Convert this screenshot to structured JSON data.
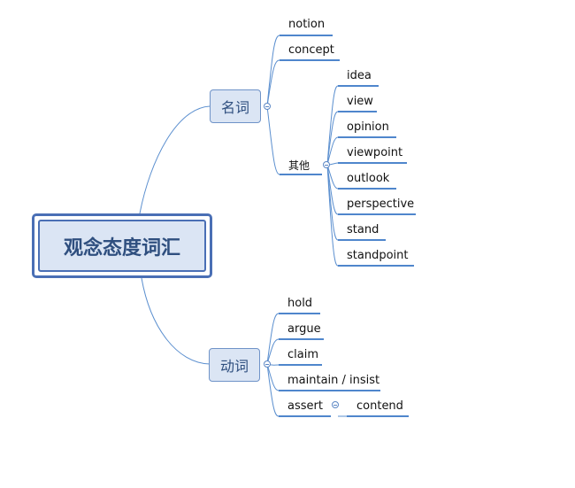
{
  "root": {
    "label": "观念态度词汇"
  },
  "branches": [
    {
      "label": "名词",
      "leaves": [
        "notion",
        "concept"
      ],
      "sub": {
        "label": "其他",
        "leaves": [
          "idea",
          "view",
          "opinion",
          "viewpoint",
          "outlook",
          "perspective",
          "stand",
          "standpoint"
        ]
      }
    },
    {
      "label": "动词",
      "leaves": [
        "hold",
        "argue",
        "claim",
        "maintain / insist",
        "assert"
      ],
      "assert_child": "contend"
    }
  ],
  "colors": {
    "line": "#5b8fcf",
    "underline": "#4f86cc",
    "node_fill": "#dbe5f4",
    "node_border": "#6f93c8",
    "root_border": "#4a6fb5",
    "text_dark": "#2f4f7f"
  }
}
